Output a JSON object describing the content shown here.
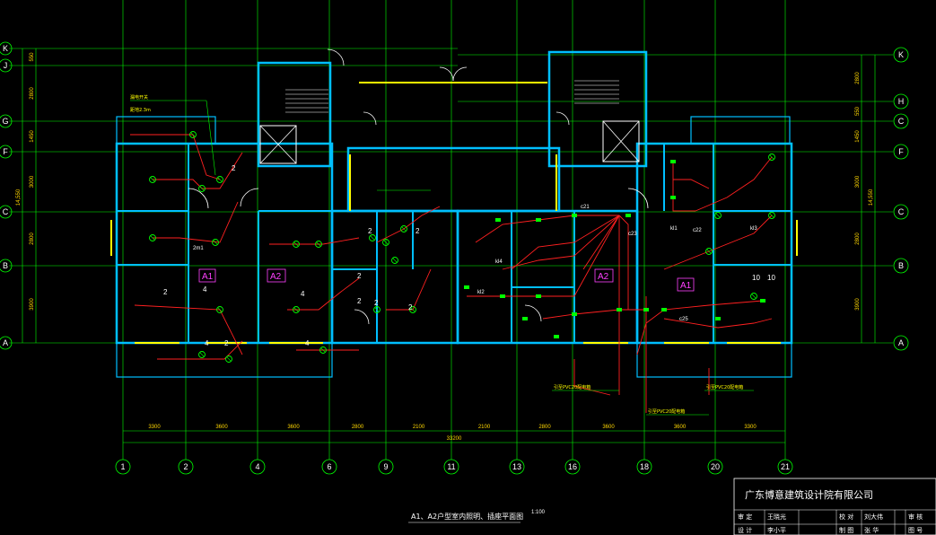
{
  "axes": {
    "columns": [
      "1",
      "2",
      "4",
      "6",
      "9",
      "11",
      "13",
      "16",
      "18",
      "20",
      "21"
    ],
    "rows_left": [
      "K",
      "J",
      "G",
      "F",
      "C",
      "B",
      "A"
    ],
    "rows_right": [
      "K",
      "H",
      "C",
      "F",
      "C",
      "B",
      "A"
    ]
  },
  "dimensions": {
    "bottom_segments": [
      "3300",
      "3600",
      "3600",
      "2800",
      "2100",
      "2100",
      "2800",
      "3600",
      "3600",
      "3300"
    ],
    "bottom_total": "33200",
    "left_segments": [
      "550",
      "2800",
      "1450",
      "3000",
      "2800",
      "3900"
    ],
    "left_total": "14,550",
    "right_segments": [
      "2800",
      "550",
      "1450",
      "3000",
      "2800",
      "3900"
    ],
    "right_total": "14,550"
  },
  "room_tags": [
    "A1",
    "A2",
    "A2",
    "A1"
  ],
  "circuit_numbers": [
    "2",
    "2",
    "4",
    "4",
    "2",
    "2",
    "4",
    "2",
    "2",
    "2",
    "2",
    "2",
    "4",
    "10",
    "10"
  ],
  "circuit_labels": [
    "c21",
    "c22",
    "c23",
    "c25",
    "kl1",
    "kl2",
    "kl3",
    "kl4",
    "2m1"
  ],
  "notes": [
    "漏电开关",
    "距地2.3m",
    "引至PVC20配电箱",
    "引至PVC20配电箱",
    "引至PVC20配电箱"
  ],
  "drawing_title": "A1、A2户型室内照明、插座平面图",
  "drawing_scale": "1:100",
  "title_block": {
    "company": "广东博意建筑设计院有限公司",
    "row1": [
      "审 定",
      "王晓光",
      "",
      "校 对",
      "刘大伟",
      "",
      "审 核"
    ],
    "row2": [
      "设 计",
      "李小平",
      "",
      "制 图",
      "张 华",
      "",
      "图 号"
    ]
  },
  "colors": {
    "background": "#000000",
    "axis_grid": "#00ff00",
    "walls": "#00bfff",
    "windows": "#ffff00",
    "circuits": "#ff2020",
    "fixtures": "#00ff00",
    "room_tags": "#ff40ff",
    "dimensions": "#ffd700"
  }
}
